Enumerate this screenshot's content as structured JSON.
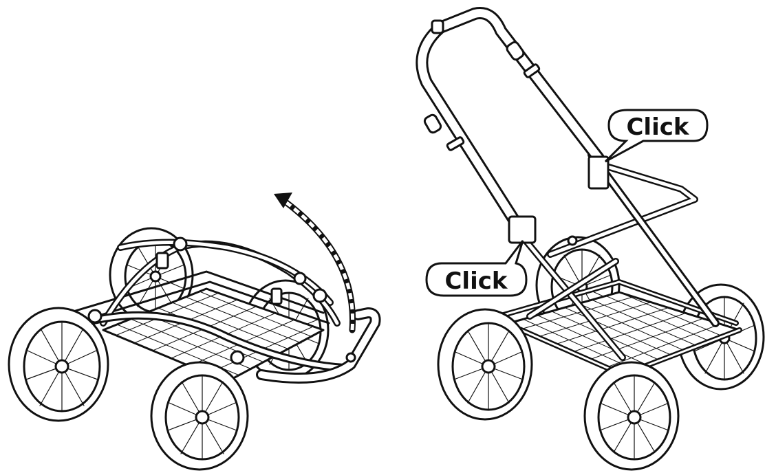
{
  "diagram": {
    "background": "#ffffff",
    "line_color": "#111111",
    "fill_color": "#ffffff",
    "callouts": [
      {
        "id": "click-frame",
        "text": "Click"
      },
      {
        "id": "click-handle",
        "text": "Click"
      }
    ],
    "arrow": {
      "style": "dashed",
      "direction": "unfold-up"
    }
  }
}
